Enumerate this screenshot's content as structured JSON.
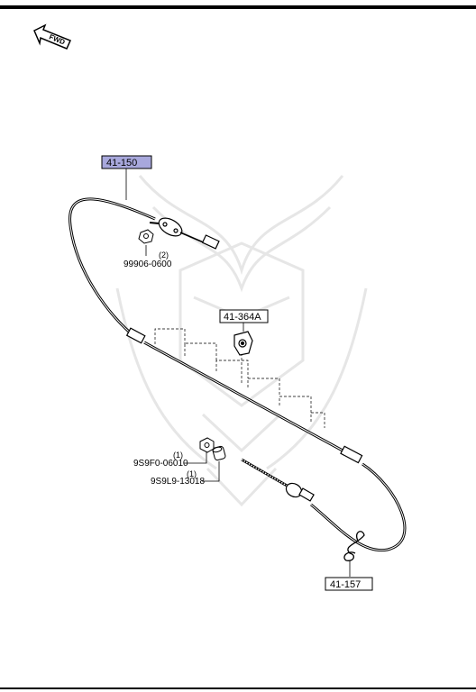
{
  "direction_marker": {
    "text": "FWD"
  },
  "callouts": {
    "main_cable": {
      "ref": "41-150"
    },
    "bracket": {
      "ref": "41-364A"
    },
    "return_spring": {
      "ref": "41-157"
    }
  },
  "parts": {
    "bolt_top": {
      "qty": "(2)",
      "number": "99906-0600"
    },
    "nut": {
      "qty": "(1)",
      "number": "9S9F0-06010"
    },
    "bushing": {
      "qty": "(1)",
      "number": "9S9L9-13018"
    }
  },
  "colors": {
    "highlight_box": "#a8a8dc",
    "line": "#000000",
    "watermark": "#e6e6e6"
  }
}
